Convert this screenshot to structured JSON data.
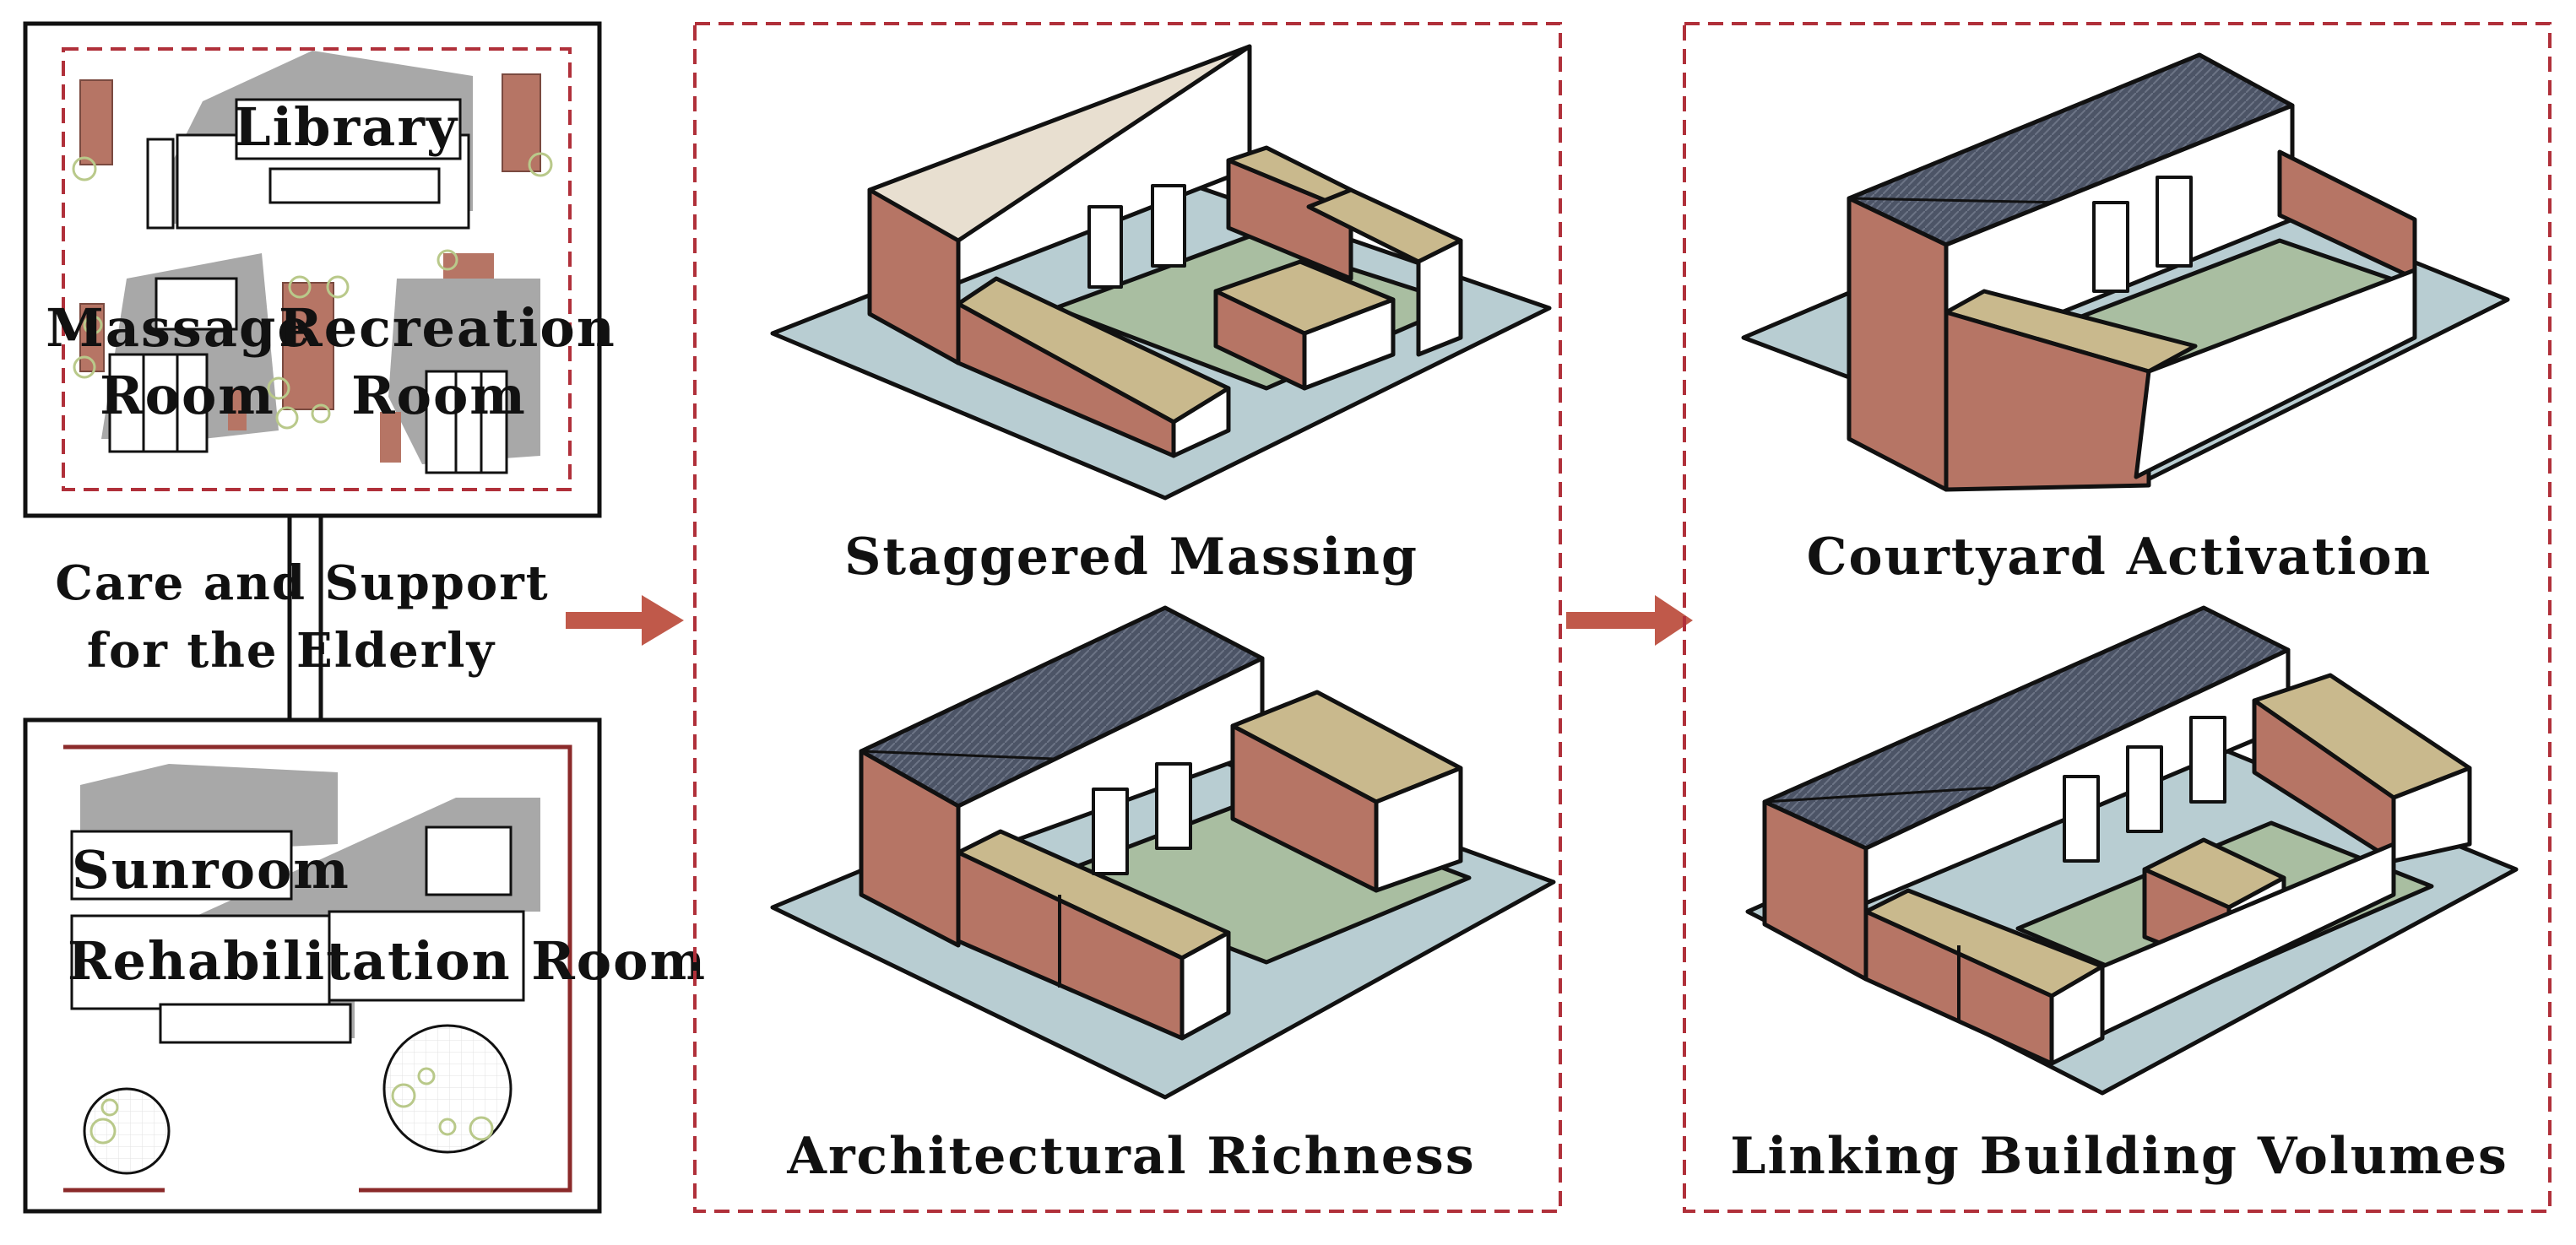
{
  "colors": {
    "brick": "#b67565",
    "tan": "#c9b98d",
    "courtyard": "#a9bea1",
    "ground": "#b8cdd2",
    "roof": "#4c5466",
    "cream": "#e8dfd0",
    "shadow": "#a8a8a8",
    "dashed_border": "#b0303a",
    "arrow": "#c0594a",
    "tree": "#b9c98a"
  },
  "top_plan": {
    "labels": {
      "library": "Library",
      "massage_1": "Massage",
      "massage_2": "Room",
      "recreation_1": "Recreation",
      "recreation_2": "Room"
    }
  },
  "connector_label": {
    "line1": "Care and Support",
    "line2": "for the Elderly"
  },
  "bottom_plan": {
    "labels": {
      "sunroom": "Sunroom",
      "rehab": "Rehabilitation Room"
    }
  },
  "panel2": {
    "top_caption": "Staggered Massing",
    "bottom_caption": "Architectural Richness"
  },
  "panel3": {
    "top_caption": "Courtyard Activation",
    "bottom_caption": "Linking Building Volumes"
  },
  "icons": [
    "arrow-right-icon",
    "arrow-right-icon",
    "tree-icon"
  ]
}
